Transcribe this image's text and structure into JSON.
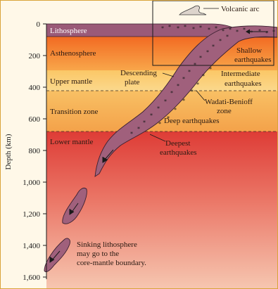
{
  "axis": {
    "title": "Depth (km)",
    "ticks": [
      "0",
      "200",
      "400",
      "600",
      "800",
      "1,000",
      "1,200",
      "1,400",
      "1,600"
    ]
  },
  "layers": {
    "lithosphere": "Lithosphere",
    "asthenosphere": "Asthenosphere",
    "upper_mantle": "Upper mantle",
    "transition_zone": "Transition zone",
    "lower_mantle": "Lower mantle"
  },
  "labels": {
    "volcanic_arc": "Volcanic arc",
    "shallow_1": "Shallow",
    "shallow_2": "earthquakes",
    "intermediate_1": "Intermediate",
    "intermediate_2": "earthquakes",
    "descending_1": "Descending",
    "descending_2": "plate",
    "wadati_1": "Wadati-Benioff",
    "wadati_2": "zone",
    "deep": "Deep earthquakes",
    "deepest_1": "Deepest",
    "deepest_2": "earthquakes",
    "sinking_1": "Sinking lithosphere",
    "sinking_2": "may go to the",
    "sinking_3": "core-mantle boundary."
  },
  "colors": {
    "lithosphere": "#9a5a78",
    "asthenosphere": "#f47a2a",
    "upper_mantle": "#fbd27a",
    "transition_zone": "#f7b04a",
    "lower_mantle_top": "#e0443a",
    "lower_mantle_bottom": "#f3b8a2",
    "slab": "#a0607c",
    "frame": "#d9a43a"
  }
}
